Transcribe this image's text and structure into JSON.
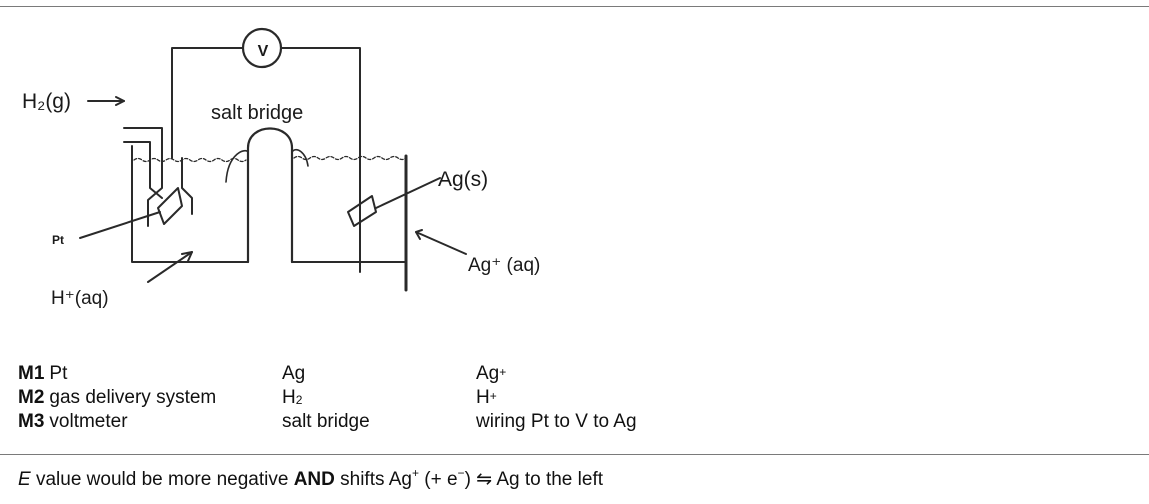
{
  "diagram": {
    "h2_label": "H₂(g)",
    "salt_bridge_label": "salt bridge",
    "voltmeter_symbol": "V",
    "ag_solid_label": "Ag(s)",
    "pt_label": "Pt",
    "ag_aq_label": "Ag⁺ (aq)",
    "h_aq_label": "H⁺(aq)"
  },
  "mark_scheme": [
    {
      "mark": "M1",
      "col1": "Pt",
      "col2_base": "Ag",
      "col2_script": "",
      "col3_base": "Ag",
      "col3_script": "+"
    },
    {
      "mark": "M2",
      "col1": "gas delivery system",
      "col2_base": "H",
      "col2_script": "2",
      "col3_base": "H",
      "col3_script": "+"
    },
    {
      "mark": "M3",
      "col1": "voltmeter",
      "col2_base": "salt bridge",
      "col2_script": "",
      "col3_base": "wiring Pt to V to Ag",
      "col3_script": ""
    }
  ],
  "answer": {
    "e_symbol": "E",
    "text_a": " value would be more negative ",
    "and_word": "AND",
    "text_b": " shifts Ag",
    "sup_plus": "+",
    "text_c": " (+ e",
    "sup_minus": "−",
    "text_d": ") ⇋ Ag to the left"
  }
}
